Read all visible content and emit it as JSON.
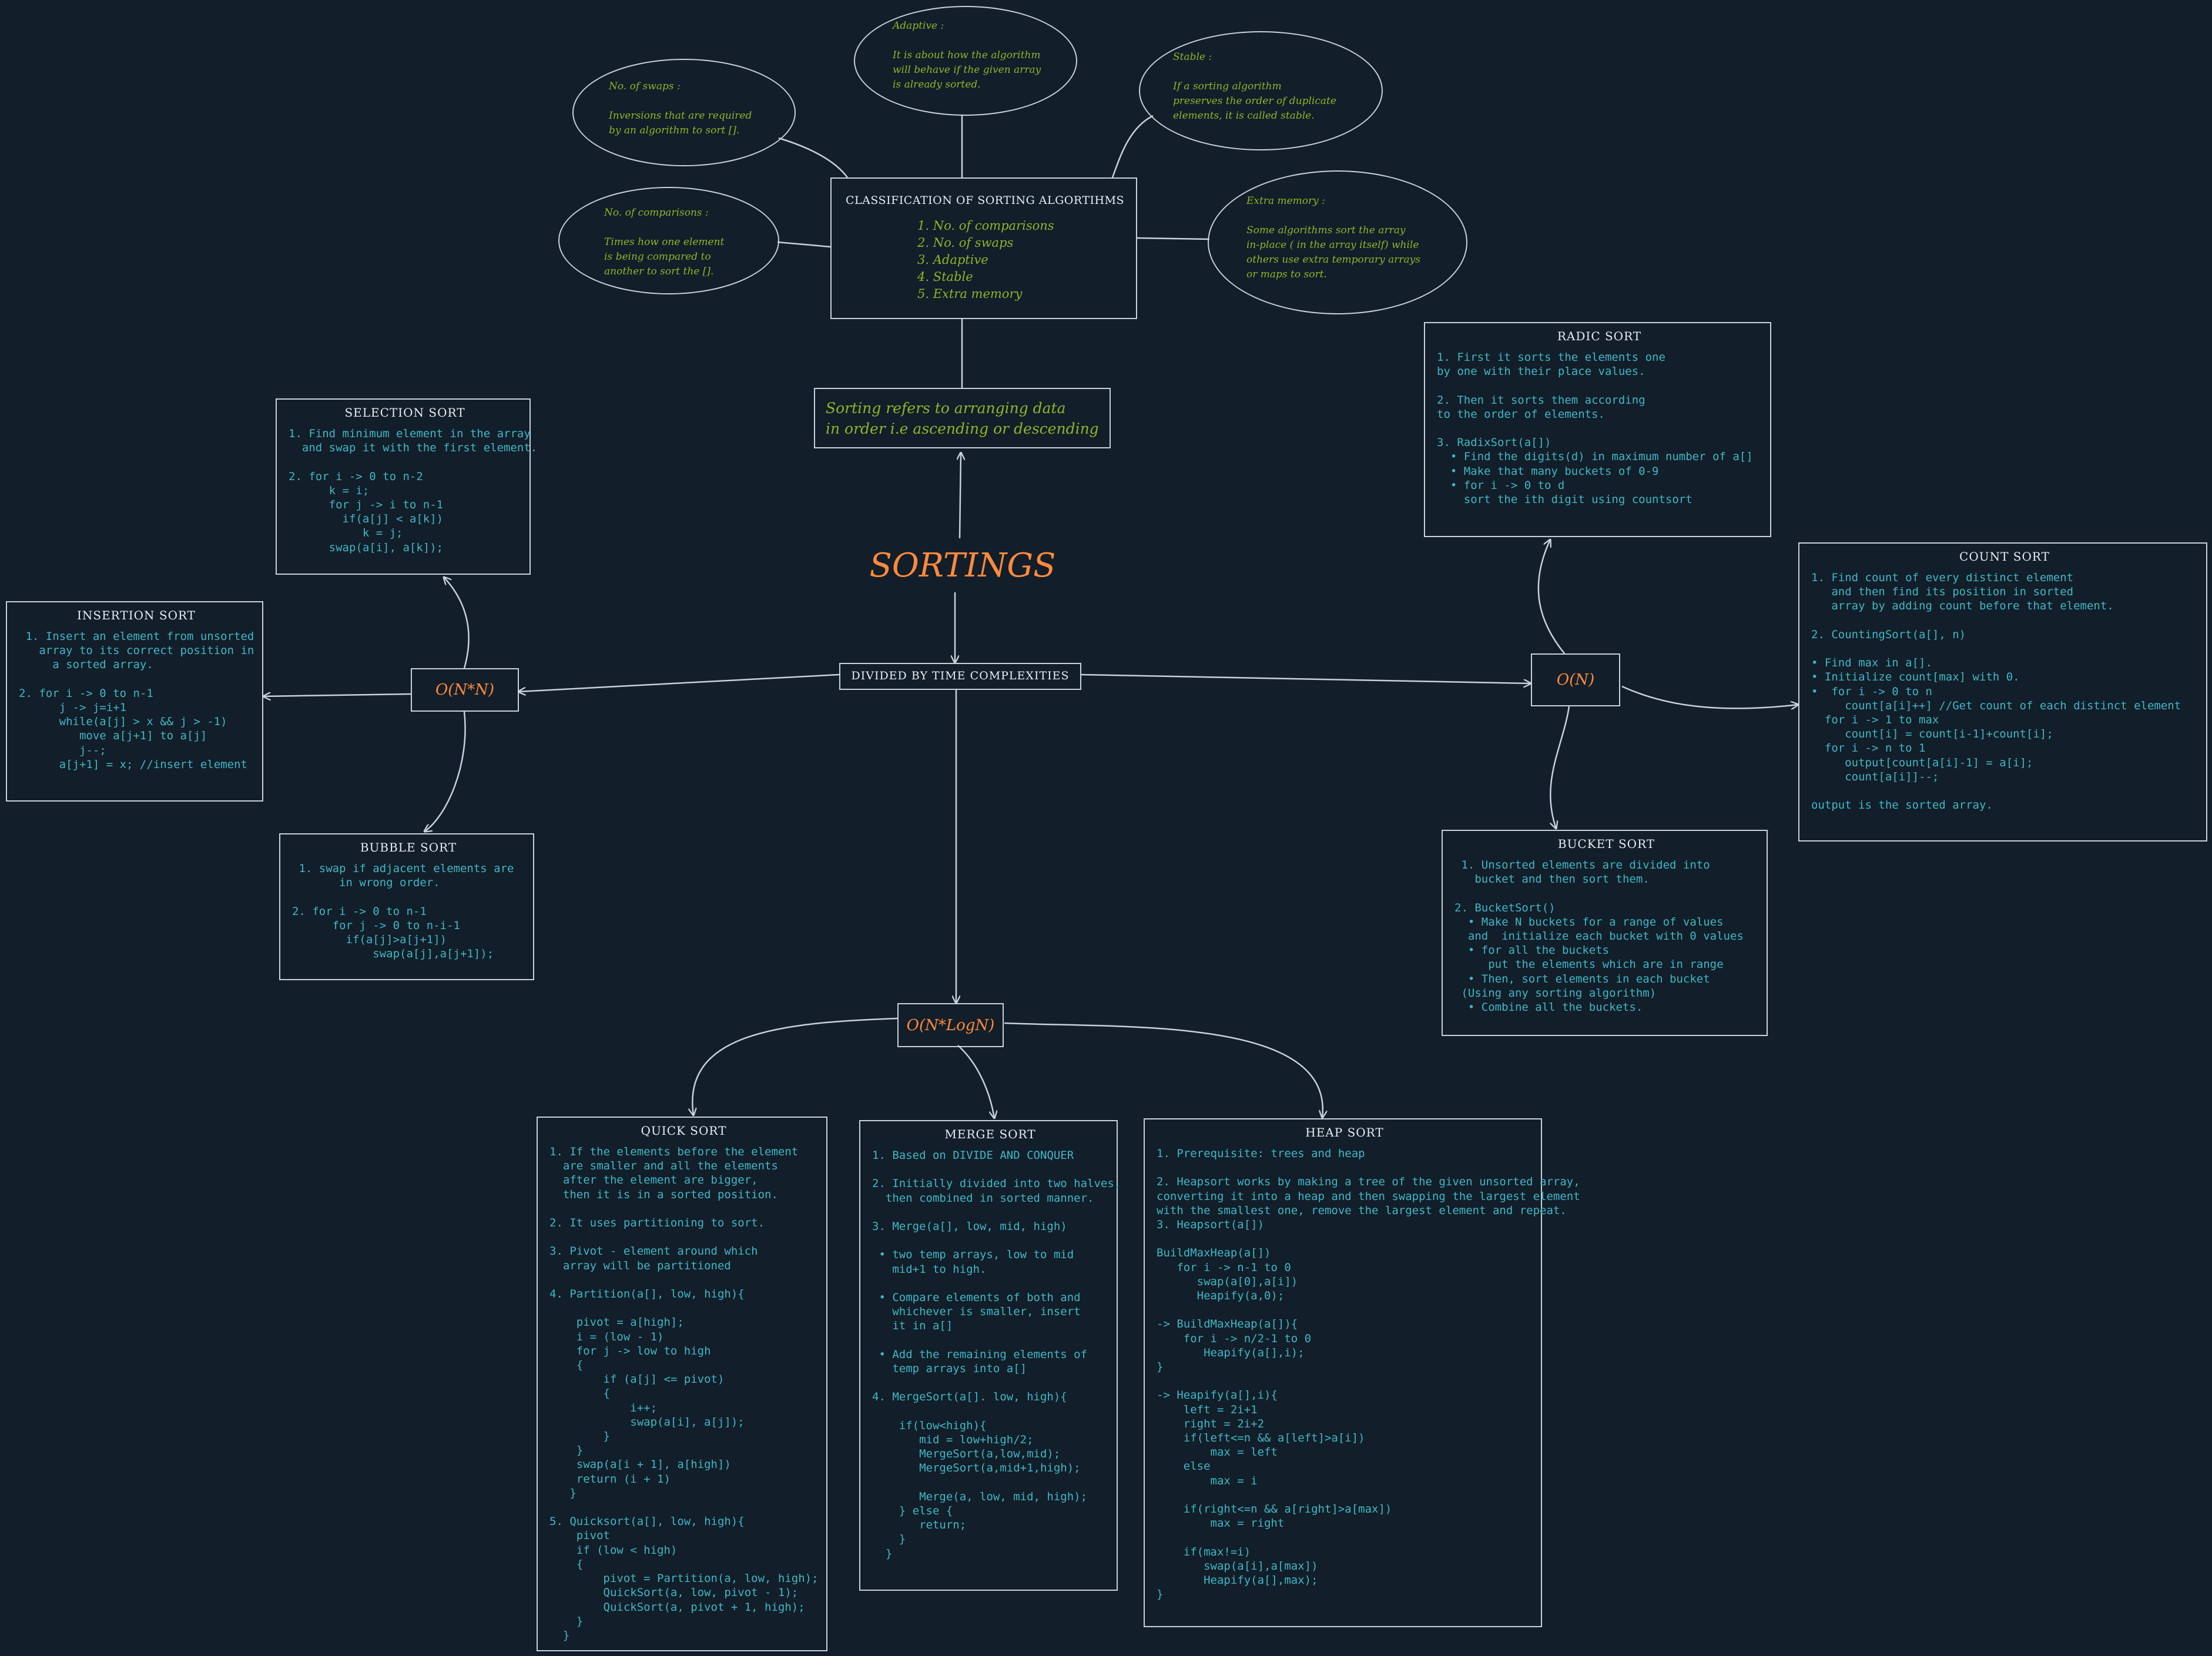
{
  "main_title": "SORTINGS",
  "definition": "Sorting refers to arranging data\nin order i.e ascending or descending",
  "classification": {
    "title": "CLASSIFICATION OF SORTING ALGORTIHMS",
    "items": "1. No. of comparisons\n2. No. of swaps\n3. Adaptive\n4. Stable\n5. Extra memory"
  },
  "notes": {
    "swaps": "No. of swaps :\n\nInversions that are required\nby an algorithm to sort [].",
    "adaptive": "Adaptive :\n\nIt is about how the algorithm\nwill behave if the given array\nis already sorted.",
    "stable": "Stable :\n\nIf a sorting algorithm\npreserves the order of duplicate\nelements, it is called stable.",
    "comparisons": "No. of comparisons :\n\nTimes how one element\nis being compared to\nanother to sort the [].",
    "memory": "Extra memory :\n\nSome algorithms sort the array\nin-place ( in the array itself) while\nothers use extra temporary arrays\nor maps to sort."
  },
  "divided_label": "DIVIDED BY TIME COMPLEXITIES",
  "complexities": {
    "n2": "O(N*N)",
    "n": "O(N)",
    "nlogn": "O(N*LogN)"
  },
  "sorts": {
    "selection": {
      "title": "SELECTION SORT",
      "body": "1. Find minimum element in the array\n  and swap it with the first element.\n\n2. for i -> 0 to n-2\n      k = i;\n      for j -> i to n-1\n        if(a[j] < a[k])\n           k = j;\n      swap(a[i], a[k]);"
    },
    "insertion": {
      "title": "INSERTION SORT",
      "body": " 1. Insert an element from unsorted\n   array to its correct position in\n     a sorted array.\n\n2. for i -> 0 to n-1\n      j -> j=i+1\n      while(a[j] > x && j > -1)\n         move a[j+1] to a[j]\n         j--;\n      a[j+1] = x; //insert element"
    },
    "bubble": {
      "title": "BUBBLE SORT",
      "body": " 1. swap if adjacent elements are\n       in wrong order.\n\n2. for i -> 0 to n-1\n      for j -> 0 to n-i-1\n        if(a[j]>a[j+1])\n            swap(a[j],a[j+1]);"
    },
    "radic": {
      "title": "RADIC SORT",
      "body": "1. First it sorts the elements one\nby one with their place values.\n\n2. Then it sorts them according\nto the order of elements.\n\n3. RadixSort(a[])\n  • Find the digits(d) in maximum number of a[]\n  • Make that many buckets of 0-9\n  • for i -> 0 to d\n    sort the ith digit using countsort"
    },
    "count": {
      "title": "COUNT SORT",
      "body": "1. Find count of every distinct element\n   and then find its position in sorted\n   array by adding count before that element.\n\n2. CountingSort(a[], n)\n\n• Find max in a[].\n• Initialize count[max] with 0.\n•  for i -> 0 to n\n     count[a[i]++] //Get count of each distinct element\n  for i -> 1 to max\n     count[i] = count[i-1]+count[i];\n  for i -> n to 1\n     output[count[a[i]-1] = a[i];\n     count[a[i]]--;\n\noutput is the sorted array."
    },
    "bucket": {
      "title": "BUCKET SORT",
      "body": " 1. Unsorted elements are divided into\n   bucket and then sort them.\n\n2. BucketSort()\n  • Make N buckets for a range of values\n  and  initialize each bucket with 0 values\n  • for all the buckets\n     put the elements which are in range\n  • Then, sort elements in each bucket\n (Using any sorting algorithm)\n  • Combine all the buckets."
    },
    "quick": {
      "title": "QUICK SORT",
      "body": "1. If the elements before the element\n  are smaller and all the elements\n  after the element are bigger,\n  then it is in a sorted position.\n\n2. It uses partitioning to sort.\n\n3. Pivot - element around which\n  array will be partitioned\n\n4. Partition(a[], low, high){\n\n    pivot = a[high];\n    i = (low - 1)\n    for j -> low to high\n    {\n        if (a[j] <= pivot)\n        {\n            i++;\n            swap(a[i], a[j]);\n        }\n    }\n    swap(a[i + 1], a[high])\n    return (i + 1)\n   }\n\n5. Quicksort(a[], low, high){\n    pivot\n    if (low < high)\n    {\n        pivot = Partition(a, low, high);\n        QuickSort(a, low, pivot - 1);\n        QuickSort(a, pivot + 1, high);\n    }\n  }"
    },
    "merge": {
      "title": "MERGE SORT",
      "body": "1. Based on DIVIDE AND CONQUER\n\n2. Initially divided into two halves,\n  then combined in sorted manner.\n\n3. Merge(a[], low, mid, high)\n\n • two temp arrays, low to mid\n   mid+1 to high.\n\n • Compare elements of both and\n   whichever is smaller, insert\n   it in a[]\n\n • Add the remaining elements of\n   temp arrays into a[]\n\n4. MergeSort(a[]. low, high){\n\n    if(low<high){\n       mid = low+high/2;\n       MergeSort(a,low,mid);\n       MergeSort(a,mid+1,high);\n\n       Merge(a, low, mid, high);\n    } else {\n       return;\n    }\n  }"
    },
    "heap": {
      "title": "HEAP SORT",
      "body": "1. Prerequisite: trees and heap\n\n2. Heapsort works by making a tree of the given unsorted array,\nconverting it into a heap and then swapping the largest element\nwith the smallest one, remove the largest element and repeat.\n3. Heapsort(a[])\n\nBuildMaxHeap(a[])\n   for i -> n-1 to 0\n      swap(a[0],a[i])\n      Heapify(a,0);\n\n-> BuildMaxHeap(a[]){\n    for i -> n/2-1 to 0\n       Heapify(a[],i);\n}\n\n-> Heapify(a[],i){\n    left = 2i+1\n    right = 2i+2\n    if(left<=n && a[left]>a[i])\n        max = left\n    else\n        max = i\n\n    if(right<=n && a[right]>a[max])\n        max = right\n\n    if(max!=i)\n       swap(a[i],a[max])\n       Heapify(a[],max);\n}"
    }
  }
}
